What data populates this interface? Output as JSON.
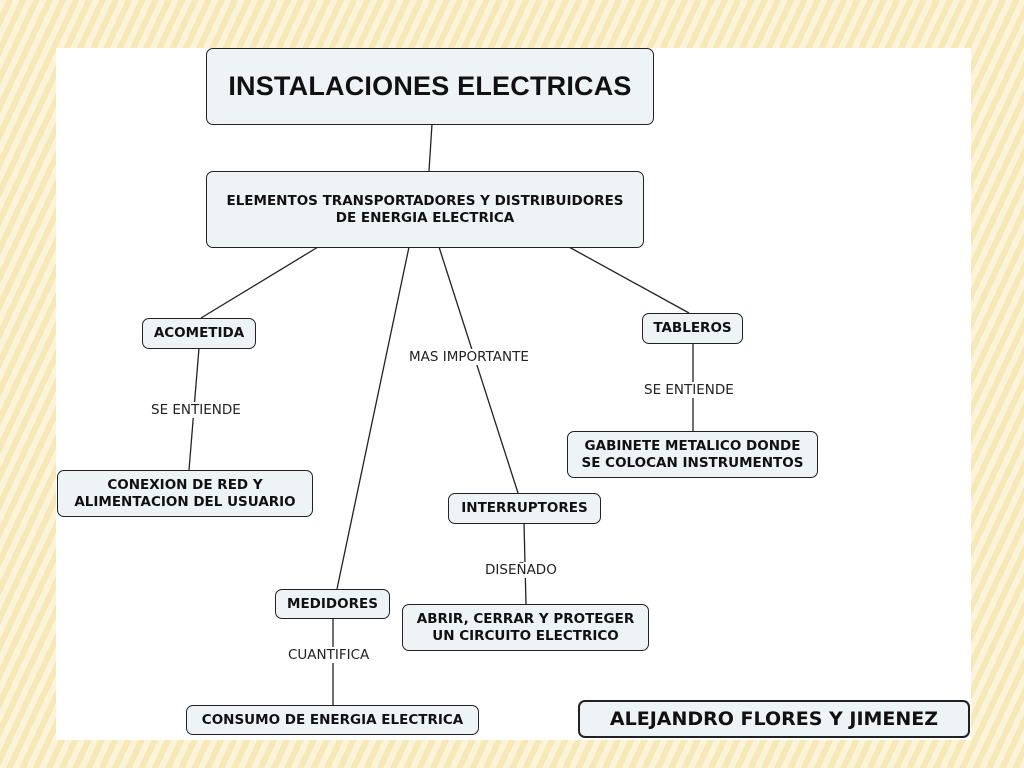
{
  "diagram": {
    "title": "INSTALACIONES ELECTRICAS",
    "main": "ELEMENTOS TRANSPORTADORES Y DISTRIBUIDORES\nDE ENERGIA ELECTRICA",
    "acometida": "ACOMETIDA",
    "acometida_link": "SE ENTIENDE",
    "conexion": "CONEXION DE RED Y\nALIMENTACION DEL USUARIO",
    "tableros": "TABLEROS",
    "tableros_link": "SE ENTIENDE",
    "gabinete": "GABINETE METALICO DONDE\nSE COLOCAN INSTRUMENTOS",
    "mas_importante": "MAS IMPORTANTE",
    "interruptores": "INTERRUPTORES",
    "interruptores_link": "DISEÑADO",
    "abrir": "ABRIR, CERRAR Y PROTEGER\nUN CIRCUITO ELECTRICO",
    "medidores": "MEDIDORES",
    "medidores_link": "CUANTIFICA",
    "consumo": "CONSUMO DE ENERGIA ELECTRICA",
    "author": "ALEJANDRO FLORES Y JIMENEZ"
  },
  "colors": {
    "node_fill": "#eef3f6",
    "node_border": "#222222",
    "slide_background": "#ffffff",
    "page_background": "#fbeec5"
  }
}
